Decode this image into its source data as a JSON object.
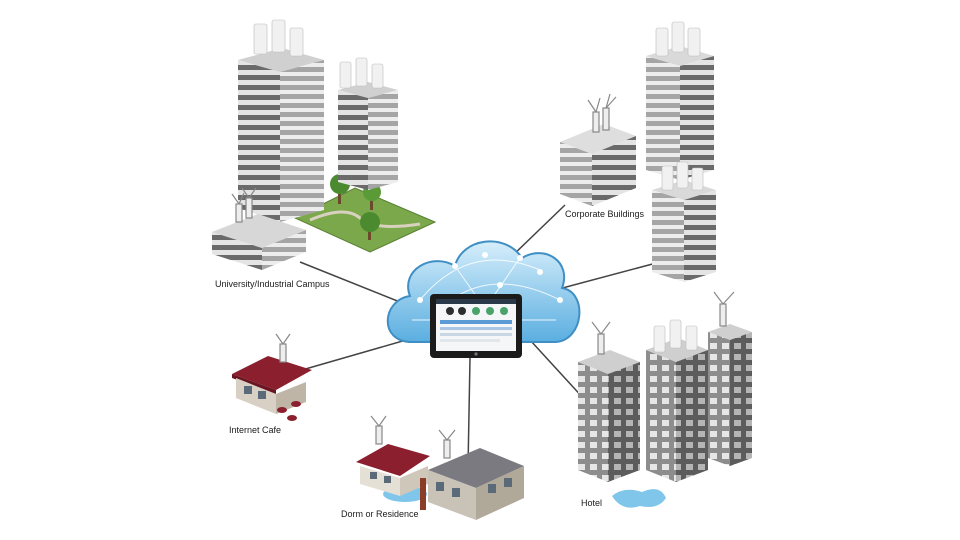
{
  "labels": {
    "university": "University/Industrial Campus",
    "corporate": "Corporate Buildings",
    "cafe": "Internet Cafe",
    "dorm": "Dorm or Residence",
    "hotel": "Hotel"
  },
  "colors": {
    "cloud": "#9fd2ee",
    "cloud_edge": "#3f8fc4",
    "link": "#444444",
    "building_dark": "#6f6f6f",
    "building_light": "#c9c9c9",
    "roof_red": "#8b1f2e",
    "grass": "#7aa84a",
    "water": "#7fc6ea"
  },
  "icons": [
    "access-point-icon",
    "tablet-controller-icon",
    "cloud-icon",
    "tree-icon"
  ]
}
